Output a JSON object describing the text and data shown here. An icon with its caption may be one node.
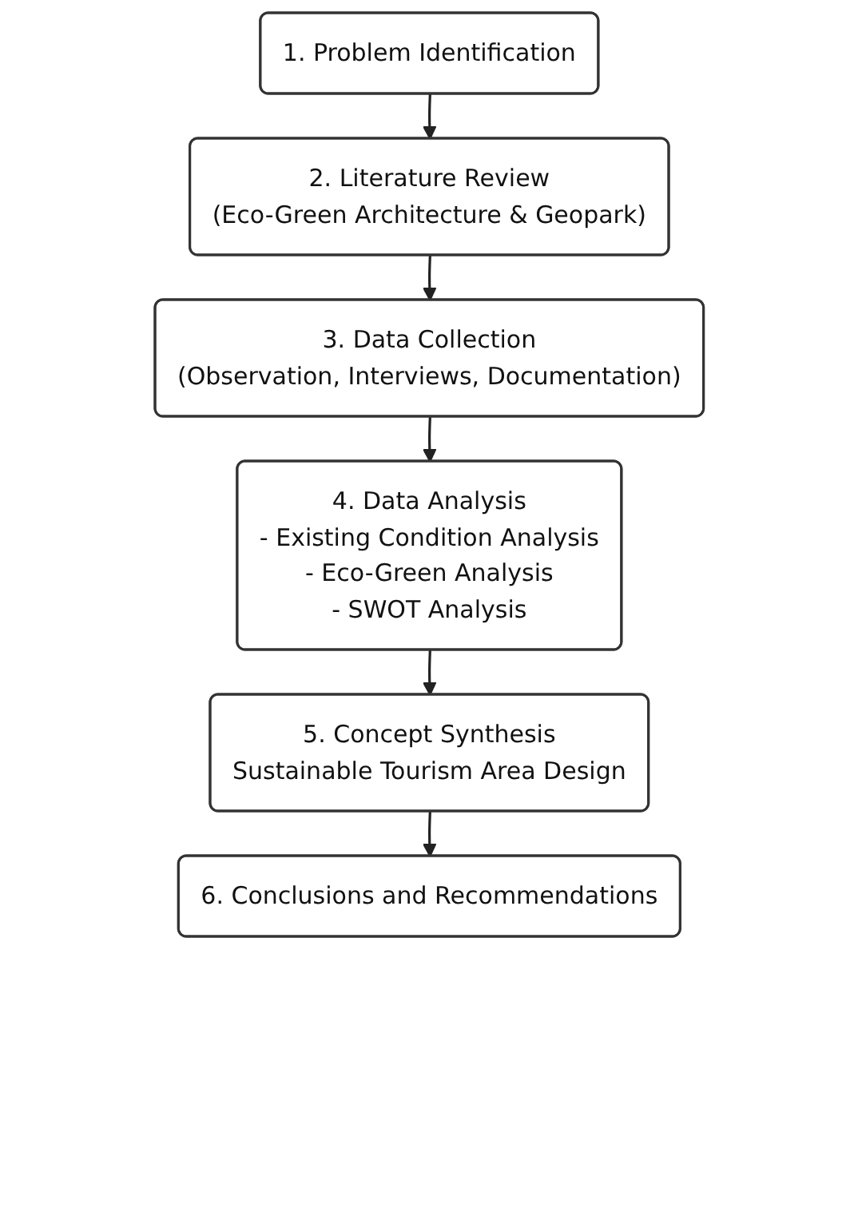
{
  "diagram": {
    "nodes": [
      {
        "text": [
          "1. Problem Identification"
        ]
      },
      {
        "text": [
          "2. Literature Review",
          "(Eco-Green Architecture & Geopark)"
        ]
      },
      {
        "text": [
          "3. Data Collection",
          "(Observation, Interviews, Documentation)"
        ]
      },
      {
        "text": [
          "4. Data Analysis",
          "- Existing Condition Analysis",
          "- Eco-Green Analysis",
          "- SWOT Analysis"
        ]
      },
      {
        "text": [
          "5. Concept Synthesis",
          "Sustainable Tourism Area Design"
        ]
      },
      {
        "text": [
          "6. Conclusions and Recommendations"
        ]
      }
    ],
    "edges": [
      {
        "from": 0,
        "to": 1,
        "arrow": "to"
      },
      {
        "from": 1,
        "to": 2,
        "arrow": "to"
      },
      {
        "from": 2,
        "to": 3,
        "arrow": "to"
      },
      {
        "from": 3,
        "to": 4,
        "arrow": "to"
      },
      {
        "from": 4,
        "to": 5,
        "arrow": "to"
      }
    ]
  }
}
